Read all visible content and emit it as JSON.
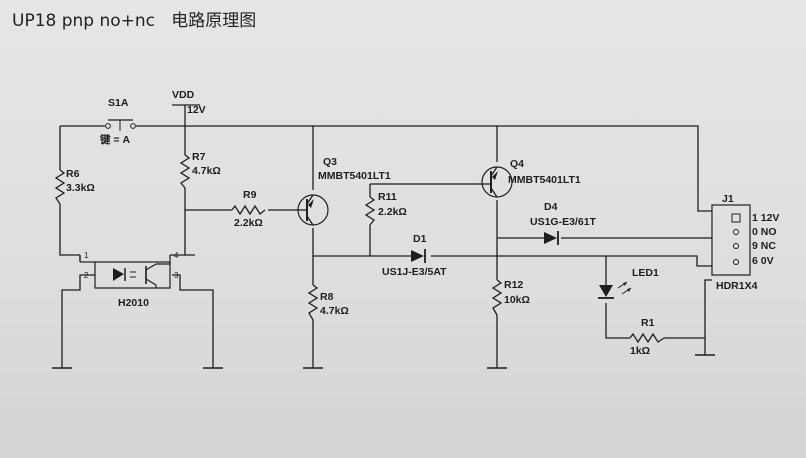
{
  "title": "UP18 pnp no+nc   电路原理图",
  "labels": {
    "s1a": "S1A",
    "key": "键 = A",
    "vdd": "VDD",
    "v12": "12V",
    "r6": "R6",
    "r6v": "3.3kΩ",
    "r7": "R7",
    "r7v": "4.7kΩ",
    "r9": "R9",
    "r9v": "2.2kΩ",
    "q3": "Q3",
    "q3m": "MMBT5401LT1",
    "q4": "Q4",
    "q4m": "MMBT5401LT1",
    "r11": "R11",
    "r11v": "2.2kΩ",
    "d1": "D1",
    "d1m": "US1J-E3/5AT",
    "d4": "D4",
    "d4m": "US1G-E3/61T",
    "r8": "R8",
    "r8v": "4.7kΩ",
    "r12": "R12",
    "r12v": "10kΩ",
    "led1": "LED1",
    "r1": "R1",
    "r1v": "1kΩ",
    "h2010": "H2010",
    "pin1": "1",
    "pin2": "2",
    "pin3": "3",
    "pin4": "4",
    "j1": "J1",
    "j1p1": "1 12V",
    "j1p2": "0 NO",
    "j1p3": "9 NC",
    "j1p4": "6 0V",
    "hdr": "HDR1X4"
  }
}
